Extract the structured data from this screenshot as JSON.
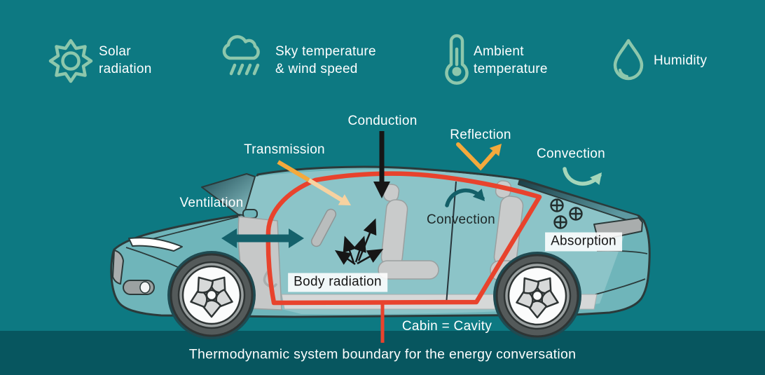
{
  "legend": {
    "items": [
      {
        "icon": "sun-icon",
        "label": "Solar radiation"
      },
      {
        "icon": "cloud-rain-icon",
        "label": "Sky temperature & wind speed"
      },
      {
        "icon": "thermometer-icon",
        "label": "Ambient temperature"
      },
      {
        "icon": "droplet-icon",
        "label": "Humidity"
      }
    ]
  },
  "diagram": {
    "labels": {
      "transmission": "Transmission",
      "conduction": "Conduction",
      "reflection": "Reflection",
      "convection_outside": "Convection",
      "ventilation": "Ventilation",
      "convection_inside": "Convection",
      "body_radiation": "Body radiation",
      "absorption": "Absorption",
      "cabin_cavity": "Cabin = Cavity"
    },
    "footer": "Thermodynamic system boundary for the energy conversation"
  },
  "colors": {
    "background": "#0d7982",
    "footer_band": "#07565f",
    "icon_green": "#8dc7ac",
    "car_body_teal": "#6fb5ba",
    "cabin_glass_teal": "#8cc4c8",
    "boundary_red": "#e8432d",
    "arrow_orange": "#f4a93c",
    "arrow_orange_faded": "#f7d2a0",
    "arrow_dark_teal": "#14616b",
    "arrow_light_green": "#a5d6ba",
    "arrow_black": "#161616",
    "interior_gray": "#c9cbcb"
  }
}
